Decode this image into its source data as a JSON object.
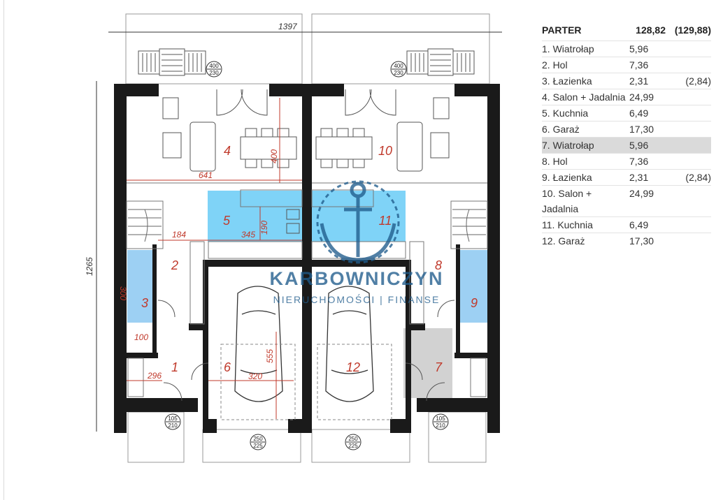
{
  "plan": {
    "dimensions": {
      "total_width": "1397",
      "total_depth": "1265",
      "living_depth": "400",
      "living_width": "641",
      "stair_width": "184",
      "kitchen_width": "345",
      "kitchen_depth": "190",
      "bath_depth": "300",
      "wc_width": "100",
      "hall_width": "296",
      "garage_width": "320",
      "garage_depth": "555"
    },
    "openings": {
      "terrace_door_left": [
        "400",
        "230"
      ],
      "terrace_door_right": [
        "400",
        "230"
      ],
      "entry_door_left": [
        "105",
        "210"
      ],
      "entry_door_right": [
        "105",
        "210"
      ],
      "garage_door_left": [
        "250",
        "225"
      ],
      "garage_door_right": [
        "250",
        "225"
      ]
    },
    "room_numbers": [
      "1",
      "2",
      "3",
      "4",
      "5",
      "6",
      "7",
      "8",
      "9",
      "10",
      "11",
      "12"
    ],
    "watermark": {
      "brand": "KARBOWNICZYN",
      "tagline": "NIERUCHOMOŚCI | FINANSE"
    },
    "colors": {
      "wall": "#1a1a1a",
      "room_number": "#c0392b",
      "dimension": "#c0392b",
      "kitchen_highlight": "#7fd3f7",
      "bath_highlight": "#9dd0f3",
      "entry_highlight": "#cfcfcf",
      "watermark": "#1f5c8c"
    }
  },
  "table": {
    "header": {
      "label": "PARTER",
      "area": "128,82",
      "area_alt": "(129,88)"
    },
    "rows": [
      {
        "name": "1. Wiatrołap",
        "area": "5,96",
        "alt": ""
      },
      {
        "name": "2. Hol",
        "area": "7,36",
        "alt": ""
      },
      {
        "name": "3. Łazienka",
        "area": "2,31",
        "alt": "(2,84)"
      },
      {
        "name": "4. Salon + Jadalnia",
        "area": "24,99",
        "alt": ""
      },
      {
        "name": "5. Kuchnia",
        "area": "6,49",
        "alt": ""
      },
      {
        "name": "6. Garaż",
        "area": "17,30",
        "alt": ""
      },
      {
        "name": "7. Wiatrołap",
        "area": "5,96",
        "alt": ""
      },
      {
        "name": "8. Hol",
        "area": "7,36",
        "alt": ""
      },
      {
        "name": "9. Łazienka",
        "area": "2,31",
        "alt": "(2,84)"
      },
      {
        "name": "10. Salon + Jadalnia",
        "area": "24,99",
        "alt": ""
      },
      {
        "name": "11. Kuchnia",
        "area": "6,49",
        "alt": ""
      },
      {
        "name": "12. Garaż",
        "area": "17,30",
        "alt": ""
      }
    ]
  }
}
